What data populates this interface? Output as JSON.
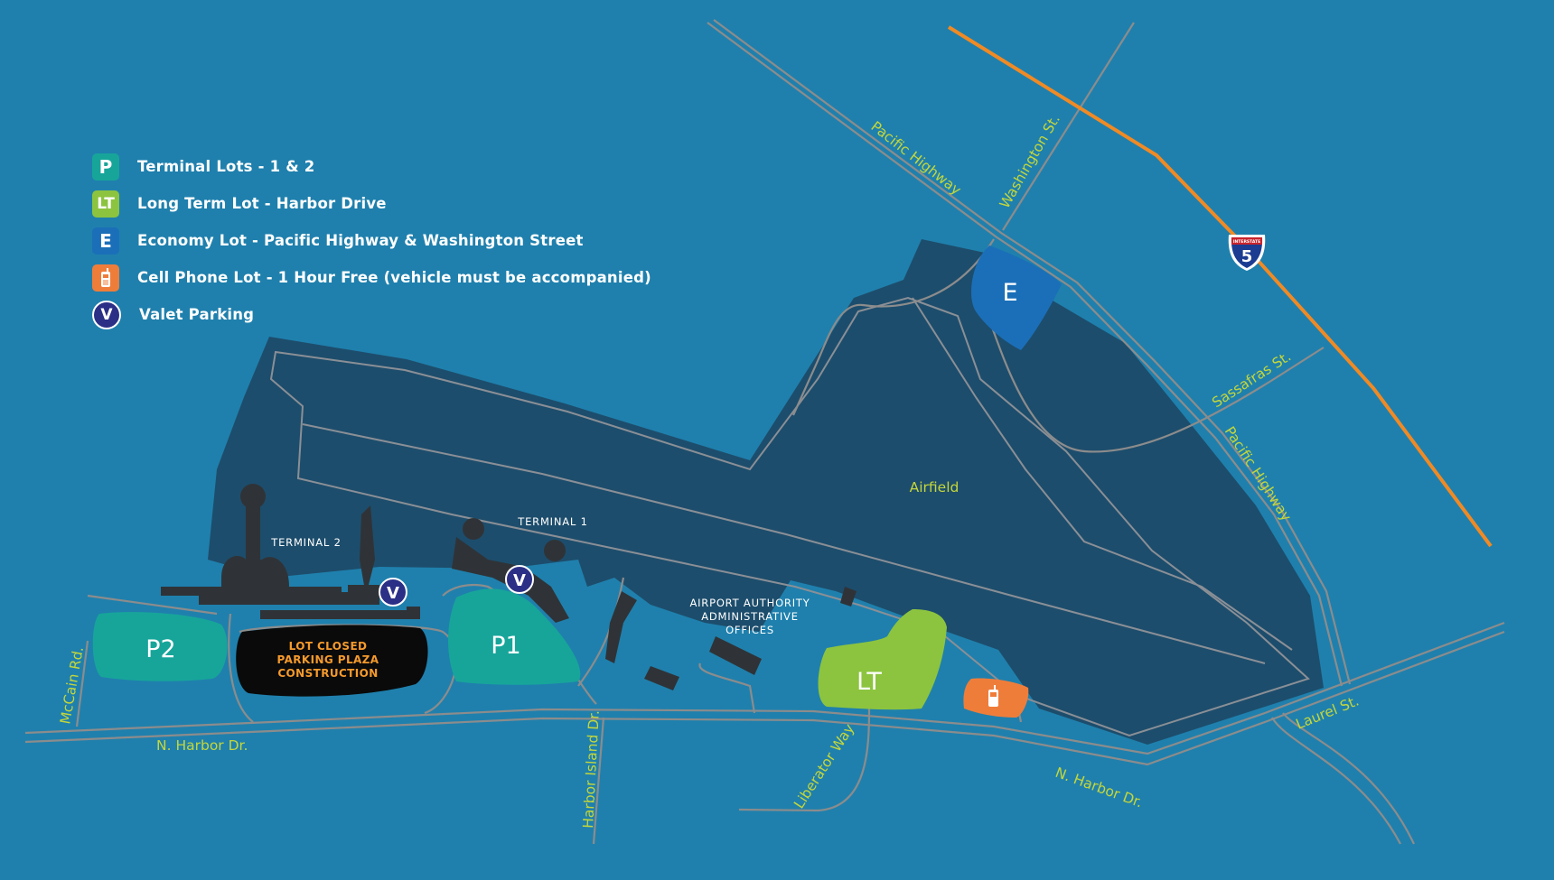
{
  "legend": {
    "items": [
      {
        "icon": "parking-p-icon",
        "symbol": "P",
        "label": "Terminal Lots - 1 & 2",
        "color": "#17a59a"
      },
      {
        "icon": "long-term-icon",
        "symbol": "LT",
        "label": "Long Term Lot  - Harbor Drive",
        "color": "#8cc43f"
      },
      {
        "icon": "economy-icon",
        "symbol": "E",
        "label": "Economy Lot - Pacific Highway & Washington Street",
        "color": "#1b6fb8"
      },
      {
        "icon": "cell-phone-icon",
        "symbol": "",
        "label": "Cell Phone Lot - 1 Hour Free (vehicle must be accompanied)",
        "color": "#ef7d3a"
      },
      {
        "icon": "valet-icon",
        "symbol": "V",
        "label": "Valet Parking",
        "color": "#2b2f86"
      }
    ]
  },
  "lots": {
    "p2": "P2",
    "p1": "P1",
    "lt": "LT",
    "e": "E",
    "closed": [
      "LOT CLOSED",
      "PARKING PLAZA",
      "CONSTRUCTION"
    ]
  },
  "valet": {
    "symbol": "V"
  },
  "buildings": {
    "terminal2": "TERMINAL 2",
    "terminal1": "TERMINAL 1",
    "admin": [
      "AIRPORT AUTHORITY",
      "ADMINISTRATIVE",
      "OFFICES"
    ],
    "airfield": "Airfield"
  },
  "streets": {
    "pacific_hwy_north": "Pacific Highway",
    "washington": "Washington St.",
    "sassafras": "Sassafras St.",
    "pacific_hwy_east": "Pacific Highway",
    "laurel": "Laurel St.",
    "n_harbor_east": "N. Harbor Dr.",
    "n_harbor_west": "N. Harbor Dr.",
    "mccain": "McCain Rd.",
    "harbor_island": "Harbor Island Dr.",
    "liberator": "Liberator Way",
    "interstate_word": "INTERSTATE",
    "interstate_num": "5"
  },
  "colors": {
    "water": "#1f80ad",
    "airfield": "#1d4d6c",
    "road": "#8c8c8c",
    "freeway": "#f08a24",
    "terminal": "#2f3337",
    "street_label": "#c4d63a"
  }
}
